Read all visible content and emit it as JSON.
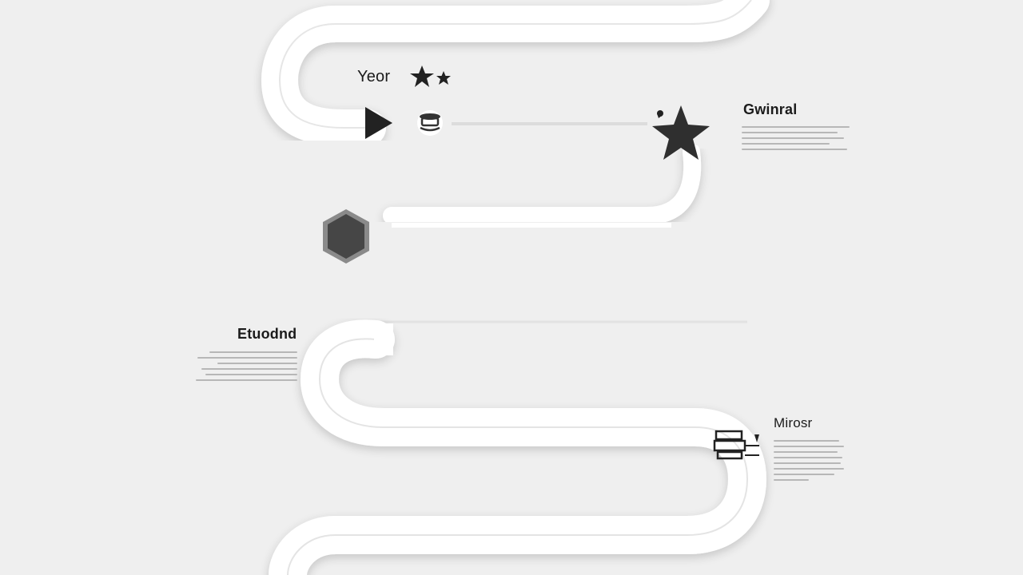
{
  "milestones": [
    {
      "id": "year",
      "title": "Yeor",
      "icons": [
        "star-icon",
        "star-small-icon"
      ]
    },
    {
      "id": "general",
      "title": "Gwinral"
    },
    {
      "id": "second",
      "title": "Etuodnd"
    },
    {
      "id": "minor",
      "title": "Mirosr"
    }
  ],
  "icons": {
    "play": "play-icon",
    "hat": "graduation-cap-icon",
    "big_star": "star-icon",
    "hexagon": "hexagon-icon",
    "machine": "printer-icon"
  },
  "colors": {
    "background": "#efefef",
    "road": "#ffffff",
    "icon": "#2f2f2f",
    "text": "#1b1b1b",
    "placeholder": "#b7b7b7"
  }
}
